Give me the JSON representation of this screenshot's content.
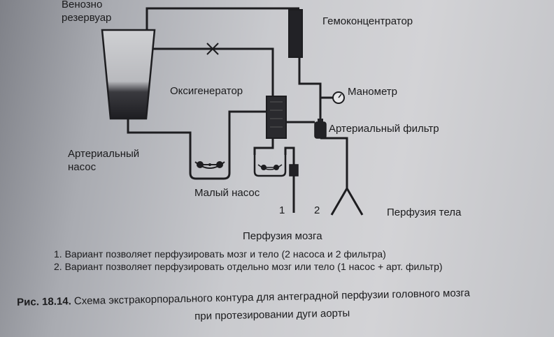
{
  "labels": {
    "venous_reservoir_line1": "Венозно",
    "venous_reservoir_line2": "резервуар",
    "hemoconcentrator": "Гемоконцентратор",
    "oxygenator": "Оксигенератор",
    "manometer": "Манометр",
    "arterial_filter": "Артериальный фильтр",
    "arterial_pump_line1": "Артериальный",
    "arterial_pump_line2": "насос",
    "small_pump": "Малый насос",
    "branch_1": "1",
    "branch_2": "2",
    "body_perfusion": "Перфузия тела",
    "brain_perfusion": "Перфузия мозга"
  },
  "notes": [
    "1. Вариант позволяет  перфузировать мозг и тело (2 насоса и 2 фильтра)",
    "2. Вариант позволяет  перфузировать отдельно мозг или тело (1 насос + арт. фильтр)"
  ],
  "caption": {
    "prefix": "Рис. 18.14.",
    "line1": "Схема экстракорпорального контура для антеградной перфузии головного мозга",
    "line2": "при протезировании дуги аорты"
  },
  "colors": {
    "line": "#1d1d20",
    "fill_dark": "#222226"
  }
}
